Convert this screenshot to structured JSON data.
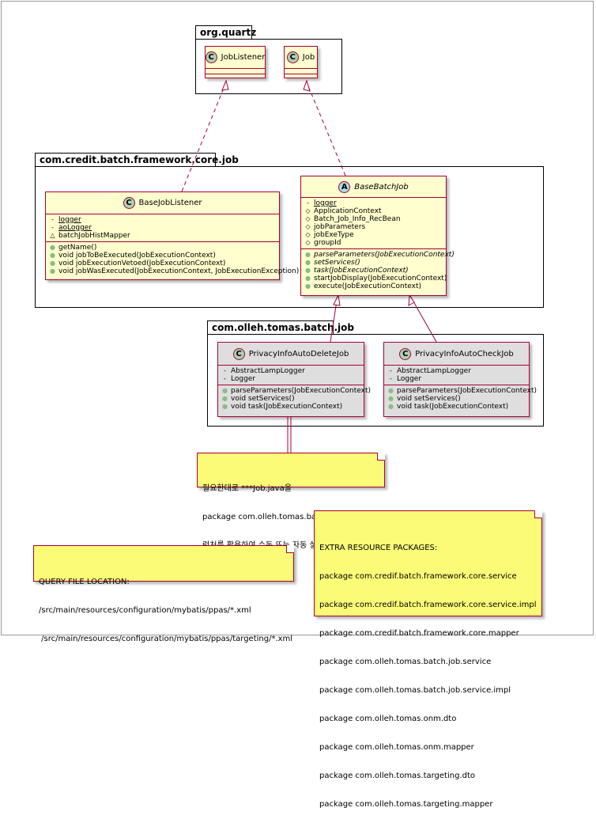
{
  "packages": {
    "quartz": "org.quartz",
    "core_job": "com.credit.batch.framework.core.job",
    "tomas_job": "com.olleh.tomas.batch.job"
  },
  "classes": {
    "job_listener": {
      "stereotype": "C",
      "name": "JobListener"
    },
    "job": {
      "stereotype": "C",
      "name": "Job"
    },
    "base_job_listener": {
      "stereotype": "C",
      "name": "BaseJobListener",
      "fields": [
        {
          "vis": "-",
          "text": "logger",
          "static": true
        },
        {
          "vis": "-",
          "text": "aoLogger",
          "static": true
        },
        {
          "vis": "△",
          "text": "batchJobHistMapper"
        }
      ],
      "methods": [
        {
          "vis": "●",
          "text": "getName()"
        },
        {
          "vis": "●",
          "text": "void jobToBeExecuted(JobExecutionContext)"
        },
        {
          "vis": "●",
          "text": "void jobExecutionVetoed(JobExecutionContext)"
        },
        {
          "vis": "●",
          "text": "void jobWasExecuted(JobExecutionContext, JobExecutionException)"
        }
      ]
    },
    "base_batch_job": {
      "stereotype": "A",
      "name": "BaseBatchJob",
      "fields": [
        {
          "vis": "-",
          "text": "logger",
          "static": true
        },
        {
          "vis": "◇",
          "text": "ApplicationContext"
        },
        {
          "vis": "◇",
          "text": "Batch_Job_Info_RecBean"
        },
        {
          "vis": "◇",
          "text": "jobParameters"
        },
        {
          "vis": "◇",
          "text": "jobExeType"
        },
        {
          "vis": "◇",
          "text": "groupId"
        }
      ],
      "methods": [
        {
          "vis": "●",
          "text": "parseParameters(JobExecutionContext)",
          "abstract": true
        },
        {
          "vis": "●",
          "text": "setServices()",
          "abstract": true
        },
        {
          "vis": "●",
          "text": "task(JobExecutionContext)",
          "abstract": true
        },
        {
          "vis": "●",
          "text": "startJobDisplay(JobExecutionContext)"
        },
        {
          "vis": "●",
          "text": "execute(JobExecutionContext)"
        }
      ]
    },
    "privacy_delete_job": {
      "stereotype": "C",
      "name": "PrivacyInfoAutoDeleteJob",
      "fields": [
        {
          "vis": "-",
          "text": "AbstractLampLogger"
        },
        {
          "vis": "-",
          "text": "Logger"
        }
      ],
      "methods": [
        {
          "vis": "●",
          "text": "parseParameters(JobExecutionContext)"
        },
        {
          "vis": "●",
          "text": "void setServices()"
        },
        {
          "vis": "●",
          "text": "void task(JobExecutionContext)"
        }
      ]
    },
    "privacy_check_job": {
      "stereotype": "C",
      "name": "PrivacyInfoAutoCheckJob",
      "fields": [
        {
          "vis": "-",
          "text": "AbstractLampLogger"
        },
        {
          "vis": "-",
          "text": "Logger"
        }
      ],
      "methods": [
        {
          "vis": "●",
          "text": "parseParameters(JobExecutionContext)"
        },
        {
          "vis": "●",
          "text": "void setServices()"
        },
        {
          "vis": "●",
          "text": "void task(JobExecutionContext)"
        }
      ]
    }
  },
  "notes": {
    "job_note": [
      "필요한대로 ***Job.java을",
      "package com.olleh.tomas.batch.job 에 생성 후",
      "런처를 활용하여 수동 또는 자동 실행"
    ],
    "extra_packages": [
      "EXTRA RESOURCE PACKAGES:",
      "package com.credif.batch.framework.core.service",
      "package com.credif.batch.framework.core.service.impl",
      "package com.credif.batch.framework.core.mapper",
      "package com.olleh.tomas.batch.job.service",
      "package com.olleh.tomas.batch.job.service.impl",
      "package com.olleh.tomas.onm.dto",
      "package com.olleh.tomas.onm.mapper",
      "package com.olleh.tomas.targeting.dto",
      "package com.olleh.tomas.targeting.mapper"
    ],
    "query_location": [
      "QUERY FILE LOCATION:",
      "/src/main/resources/configuration/mybatis/ppas/*.xml",
      " /src/main/resources/configuration/mybatis/ppas/targeting/*.xml"
    ]
  },
  "colors": {
    "class_fill": "#fefece",
    "class_border": "#a80036",
    "gray_fill": "#dedede",
    "note_fill": "#fbfb77"
  }
}
